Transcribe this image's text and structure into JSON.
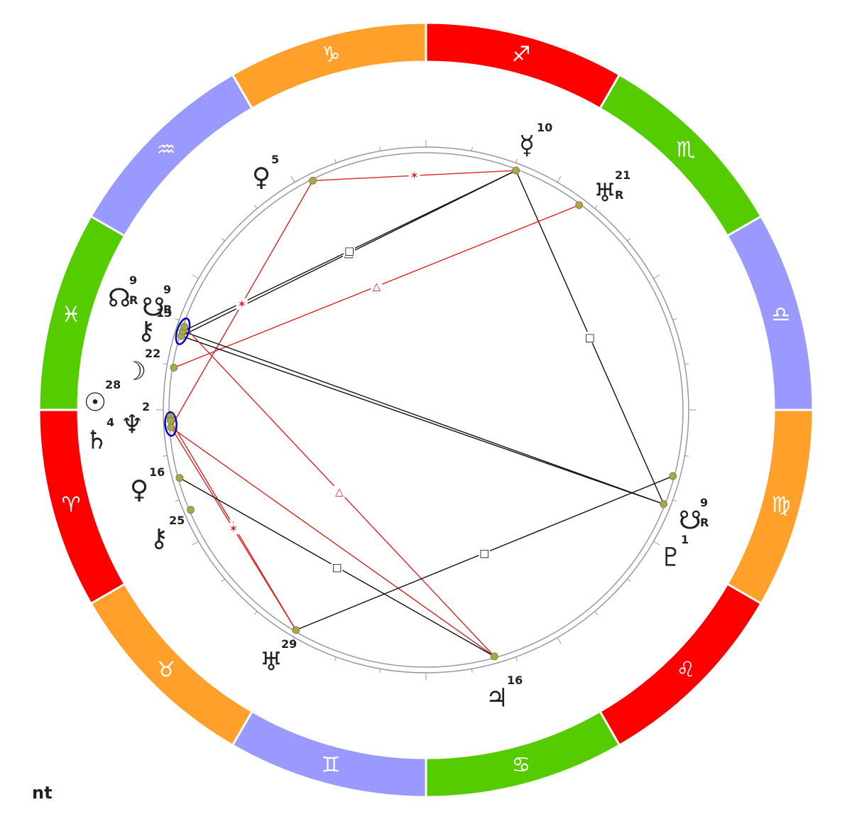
{
  "footer_label": "nt",
  "colors": {
    "fire": "#ff0000",
    "earth": "#ffa02a",
    "air": "#9999ff",
    "water": "#55cc00",
    "ring_stroke": "#999999",
    "planet_dot": "#a8a84a",
    "hard_aspect": "#111111",
    "soft_aspect": "#dd2222",
    "conjunction": "#0000cc"
  },
  "signs": [
    {
      "name": "Sagittarius",
      "glyph": "♐",
      "element": "fire"
    },
    {
      "name": "Scorpio",
      "glyph": "♏",
      "element": "water"
    },
    {
      "name": "Libra",
      "glyph": "♎",
      "element": "air"
    },
    {
      "name": "Virgo",
      "glyph": "♍",
      "element": "earth"
    },
    {
      "name": "Leo",
      "glyph": "♌",
      "element": "fire"
    },
    {
      "name": "Cancer",
      "glyph": "♋",
      "element": "water"
    },
    {
      "name": "Gemini",
      "glyph": "♊",
      "element": "air"
    },
    {
      "name": "Taurus",
      "glyph": "♉",
      "element": "earth"
    },
    {
      "name": "Aries",
      "glyph": "♈",
      "element": "fire"
    },
    {
      "name": "Pisces",
      "glyph": "♓",
      "element": "water"
    },
    {
      "name": "Aquarius",
      "glyph": "♒",
      "element": "air"
    },
    {
      "name": "Capricorn",
      "glyph": "♑",
      "element": "earth"
    }
  ],
  "planets": [
    {
      "id": "mercury-top",
      "glyph": "☿",
      "degree": "10",
      "retro": ""
    },
    {
      "id": "venus-top",
      "glyph": "♀",
      "degree": "5",
      "retro": ""
    },
    {
      "id": "uranus-h",
      "glyph": "♅",
      "degree": "21",
      "retro": "R"
    },
    {
      "id": "node",
      "glyph": "☊",
      "degree": "9",
      "retro": "R"
    },
    {
      "id": "lilith",
      "glyph": "☋",
      "degree": "9",
      "retro": "R"
    },
    {
      "id": "chiron-a",
      "glyph": "⚷",
      "degree": "13",
      "retro": ""
    },
    {
      "id": "moon",
      "glyph": "☽",
      "degree": "22",
      "retro": ""
    },
    {
      "id": "sun",
      "glyph": "☉",
      "degree": "28",
      "retro": ""
    },
    {
      "id": "saturn",
      "glyph": "♄",
      "degree": "4",
      "retro": ""
    },
    {
      "id": "neptune",
      "glyph": "♆",
      "degree": "2",
      "retro": ""
    },
    {
      "id": "venus",
      "glyph": "♀",
      "degree": "16",
      "retro": ""
    },
    {
      "id": "chiron",
      "glyph": "⚷",
      "degree": "25",
      "retro": ""
    },
    {
      "id": "uranus",
      "glyph": "♅",
      "degree": "29",
      "retro": ""
    },
    {
      "id": "jupiter",
      "glyph": "♃",
      "degree": "16",
      "retro": ""
    },
    {
      "id": "south-node",
      "glyph": "☋",
      "degree": "9",
      "retro": "R"
    },
    {
      "id": "pluto",
      "glyph": "♇",
      "degree": "1",
      "retro": ""
    }
  ],
  "aspects": [
    {
      "from": "mercury-top",
      "to": "venus-top",
      "type": "sextile",
      "symbol": "✶",
      "kind": "soft"
    },
    {
      "from": "mercury-top",
      "to": "node",
      "type": "square",
      "symbol": "□",
      "kind": "hard"
    },
    {
      "from": "mercury-top",
      "to": "lilith",
      "type": "square",
      "symbol": "□",
      "kind": "hard"
    },
    {
      "from": "mercury-top",
      "to": "south-node",
      "type": "square",
      "symbol": "□",
      "kind": "hard"
    },
    {
      "from": "uranus-h",
      "to": "moon",
      "type": "trine",
      "symbol": "△",
      "kind": "soft"
    },
    {
      "from": "venus-top",
      "to": "saturn",
      "type": "sextile",
      "symbol": "✶",
      "kind": "soft"
    },
    {
      "from": "node",
      "to": "south-node",
      "type": "opposition",
      "symbol": "",
      "kind": "hard"
    },
    {
      "from": "lilith",
      "to": "south-node",
      "type": "opposition",
      "symbol": "",
      "kind": "hard"
    },
    {
      "from": "chiron-a",
      "to": "jupiter",
      "type": "trine",
      "symbol": "△",
      "kind": "soft"
    },
    {
      "from": "neptune",
      "to": "uranus",
      "type": "sextile",
      "symbol": "✶",
      "kind": "soft"
    },
    {
      "from": "saturn",
      "to": "uranus",
      "type": "sextile",
      "symbol": "✶",
      "kind": "soft"
    },
    {
      "from": "saturn",
      "to": "jupiter",
      "type": "trine",
      "symbol": "",
      "kind": "soft"
    },
    {
      "from": "venus",
      "to": "jupiter",
      "type": "square",
      "symbol": "□",
      "kind": "hard"
    },
    {
      "from": "uranus",
      "to": "pluto",
      "type": "square",
      "symbol": "□",
      "kind": "hard"
    }
  ]
}
